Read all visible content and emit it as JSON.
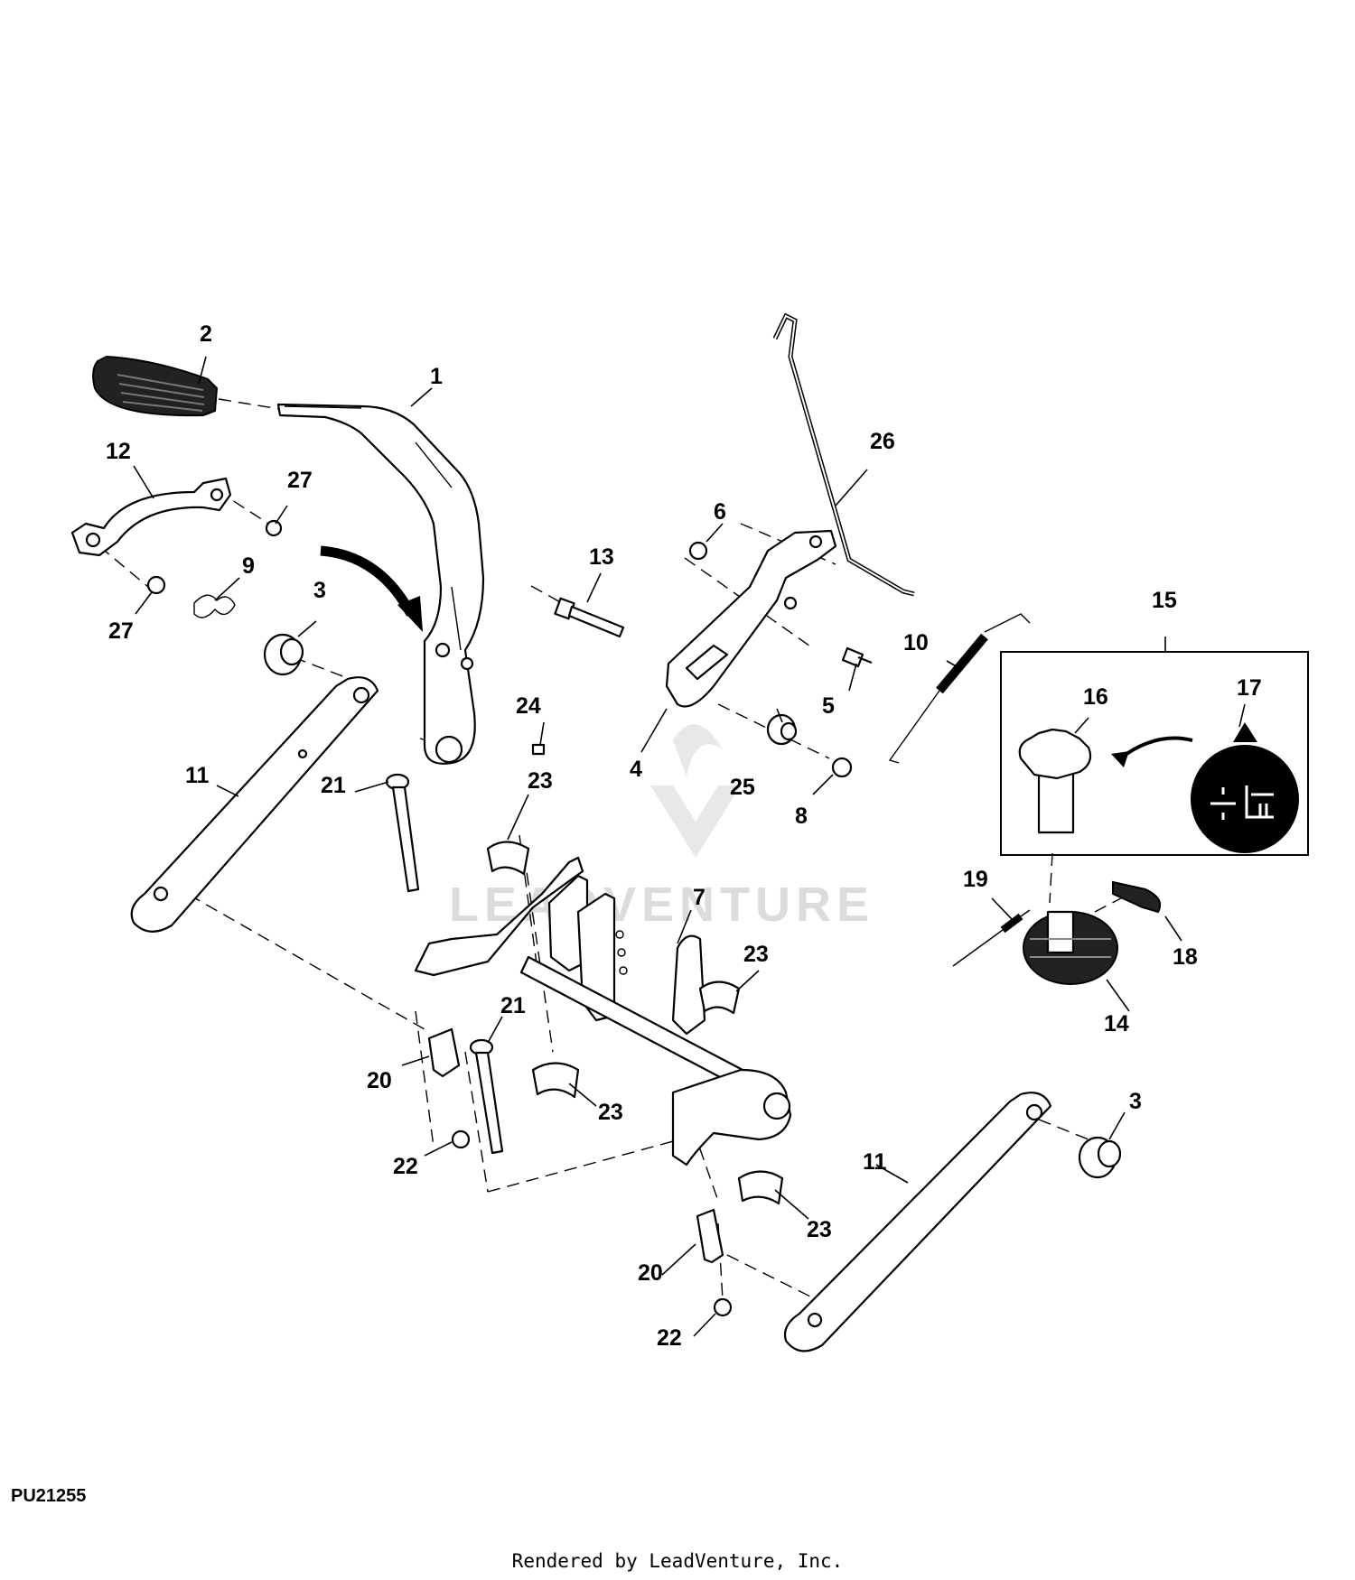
{
  "diagram": {
    "drawing_code": "PU21255",
    "render_credit": "Rendered by LeadVenture, Inc.",
    "watermark": "LEADVENTURE",
    "callouts": [
      "1",
      "2",
      "3",
      "4",
      "5",
      "6",
      "7",
      "8",
      "9",
      "10",
      "11",
      "12",
      "13",
      "14",
      "15",
      "16",
      "17",
      "18",
      "19",
      "20",
      "21",
      "22",
      "23",
      "24",
      "25",
      "26",
      "27"
    ],
    "accent_color": "#000000"
  }
}
